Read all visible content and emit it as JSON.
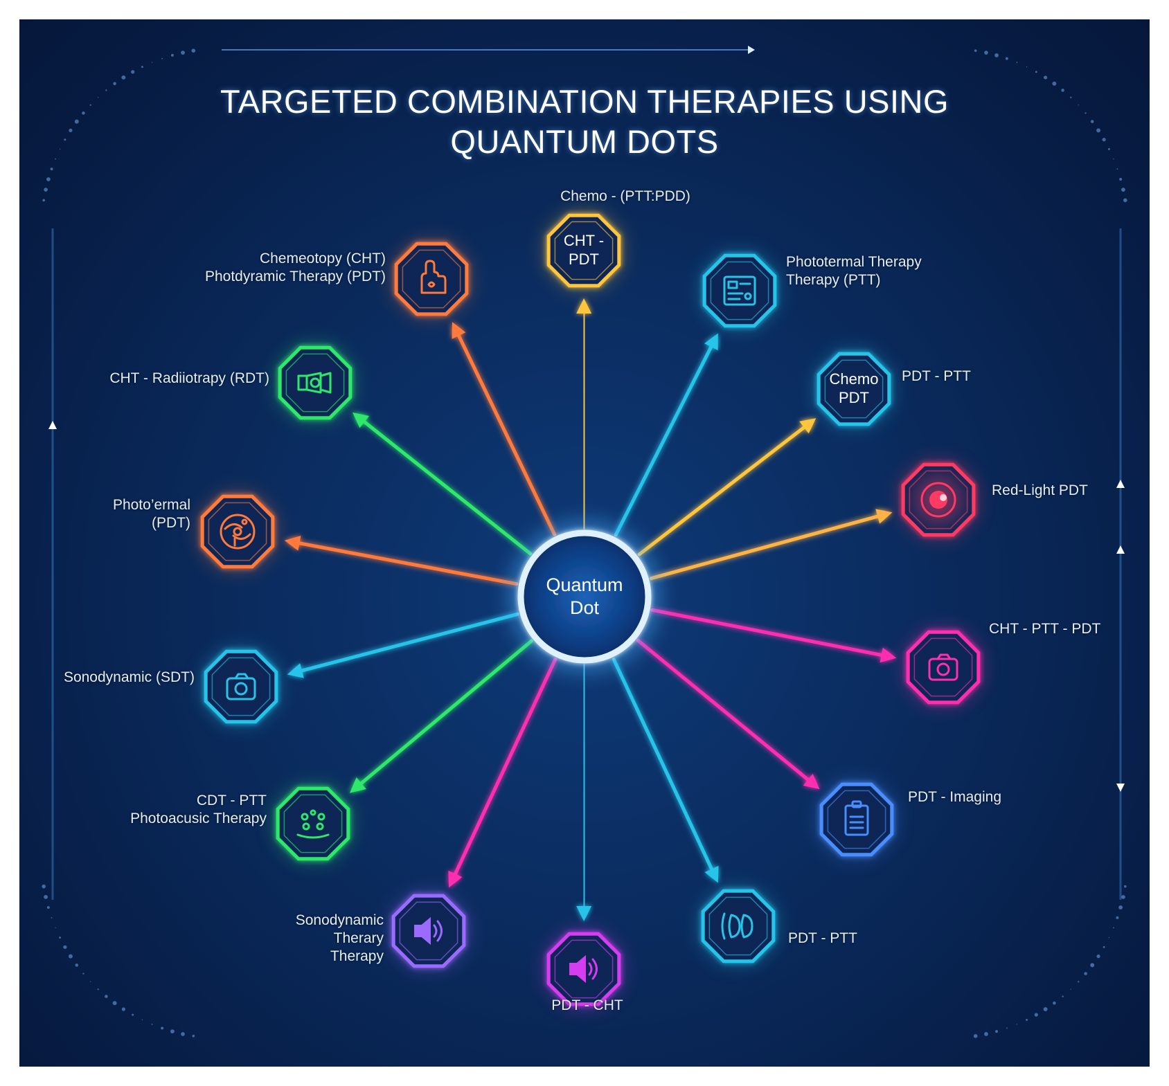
{
  "title_line1": "TARGETED COMBINATION THERAPIES USING",
  "title_line2": "QUANTUM DOTS",
  "center": {
    "line1": "Quantum",
    "line2": "Dot"
  },
  "nodes": [
    {
      "id": "top",
      "color": "#ffc53d",
      "icon": "text-badge",
      "inner1": "CHT -",
      "inner2": "PDT",
      "label_lines": [
        "Chemo - (PTT:PDD)"
      ]
    },
    {
      "id": "upper-left",
      "color": "#ff7a3d",
      "icon": "hand-icon",
      "label_lines": [
        "Chemeotopy (CHT)",
        "Photdyramic Therapy (PDT)"
      ]
    },
    {
      "id": "upper-right",
      "color": "#27c4e8",
      "icon": "document-panel-icon",
      "label_lines": [
        "Phototermal Therapy",
        "Therapy (PTT)"
      ]
    },
    {
      "id": "left-radio",
      "color": "#2ee86a",
      "icon": "camera-lens-icon",
      "label_lines": [
        "CHT - Radiiotrapy (RDT)"
      ]
    },
    {
      "id": "right-chemo",
      "color": "#27c4e8",
      "icon": "text-badge",
      "inner1": "Chemo",
      "inner2": "PDT",
      "label_lines": [
        "PDT - PTT"
      ]
    },
    {
      "id": "left-photothermal",
      "color": "#ff7a3d",
      "icon": "molecule-icon",
      "label_lines": [
        "Photo’ermal",
        "(PDT)"
      ]
    },
    {
      "id": "right-redlight",
      "color": "#ff3a63",
      "icon": "red-dot-icon",
      "label_lines": [
        "Red-Light PDT"
      ]
    },
    {
      "id": "left-sono",
      "color": "#27c4e8",
      "icon": "camera-icon",
      "label_lines": [
        "Sonodynamic (SDT)"
      ]
    },
    {
      "id": "right-cht-ptt-pdt",
      "color": "#ff2fb0",
      "icon": "camera-icon",
      "label_lines": [
        "CHT - PTT - PDT"
      ]
    },
    {
      "id": "left-cdt",
      "color": "#2ee86a",
      "icon": "droplets-icon",
      "label_lines": [
        "CDT - PTT",
        "Photoacusic Therapy"
      ]
    },
    {
      "id": "right-imaging",
      "color": "#4a8dff",
      "icon": "clipboard-icon",
      "label_lines": [
        "PDT - Imaging"
      ]
    },
    {
      "id": "lower-left",
      "color": "#9b6bff",
      "icon": "speaker-icon",
      "label_lines": [
        "Sonodynamic",
        "Therary",
        "Therapy"
      ]
    },
    {
      "id": "bottom",
      "color": "#d63cf0",
      "icon": "speaker-icon",
      "label_lines": [
        "PDT - CHT"
      ]
    },
    {
      "id": "lower-right",
      "color": "#27c4e8",
      "icon": "capsule-icon",
      "label_lines": [
        "PDT - PTT"
      ]
    }
  ],
  "arrows": [
    {
      "to": "top",
      "color": "#ffc53d"
    },
    {
      "to": "upper-left",
      "color": "#ff7a3d"
    },
    {
      "to": "upper-right",
      "color": "#27c4e8"
    },
    {
      "to": "left-radio",
      "color": "#2ee86a"
    },
    {
      "to": "right-chemo",
      "color": "#ffc53d"
    },
    {
      "to": "left-photothermal",
      "color": "#ff7a3d"
    },
    {
      "to": "right-redlight",
      "color": "#ffb347"
    },
    {
      "to": "left-sono",
      "color": "#27c4e8"
    },
    {
      "to": "right-cht-ptt-pdt",
      "color": "#ff2fb0"
    },
    {
      "to": "left-cdt",
      "color": "#2ee86a"
    },
    {
      "to": "right-imaging",
      "color": "#ff2fb0"
    },
    {
      "to": "lower-left",
      "color": "#ff2fb0"
    },
    {
      "to": "bottom",
      "color": "#27c4e8"
    },
    {
      "to": "lower-right",
      "color": "#27c4e8"
    }
  ]
}
